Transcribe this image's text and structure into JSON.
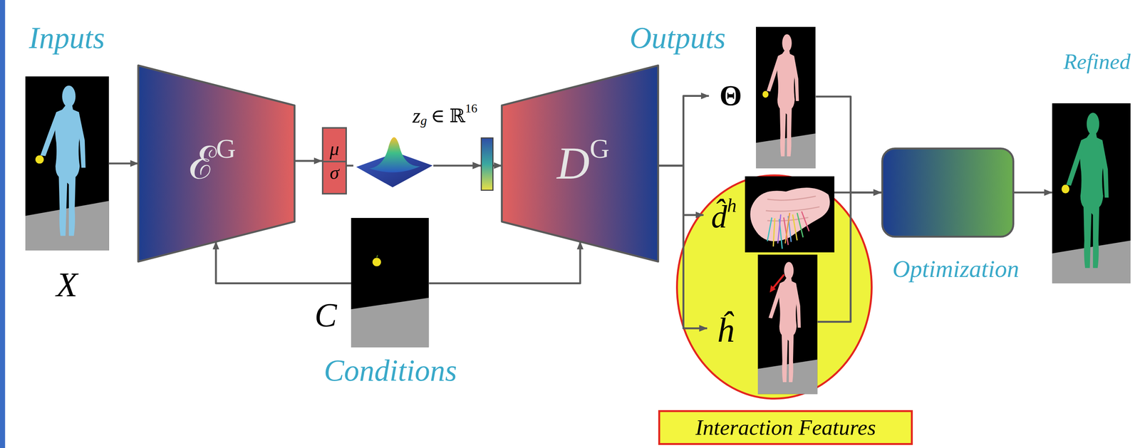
{
  "diagram": {
    "nodes": [
      {
        "text": [
          "X"
        ]
      },
      {
        "text": [
          "ℰ",
          "G"
        ]
      },
      {
        "text": [
          "μ",
          "σ"
        ]
      },
      {
        "text": [
          "D",
          "G"
        ]
      },
      {
        "text": [
          "C",
          "Conditions"
        ]
      },
      {
        "text": [
          "Θ"
        ]
      },
      {
        "text": [
          "Interaction Features"
        ]
      },
      {
        "text": [
          "d̂",
          "h"
        ],
        "in": 6
      },
      {
        "text": [
          "ĥ"
        ],
        "in": 6
      },
      {
        "text": [
          "Optimization"
        ]
      },
      {
        "text": [
          "Refined"
        ]
      }
    ],
    "edges": [
      {
        "from": 0,
        "to": 1,
        "arrow": "to"
      },
      {
        "from": 1,
        "to": 2,
        "arrow": "to"
      },
      {
        "from": 2,
        "to": 3,
        "arrow": "to"
      },
      {
        "from": 4,
        "to": 1,
        "arrow": "to"
      },
      {
        "from": 4,
        "to": 3,
        "arrow": "to"
      },
      {
        "from": 3,
        "to": 5,
        "arrow": "to"
      },
      {
        "from": 3,
        "to": 7,
        "arrow": "to"
      },
      {
        "from": 3,
        "to": 8,
        "arrow": "to"
      },
      {
        "from": 5,
        "to": 9,
        "arrow": "to"
      },
      {
        "from": 7,
        "to": 9,
        "arrow": "to"
      },
      {
        "from": 8,
        "to": 9,
        "arrow": "to"
      },
      {
        "from": 9,
        "to": 10,
        "arrow": "to"
      }
    ],
    "labels": [
      "Inputs",
      "Outputs",
      "z",
      "g",
      "∈ ℝ",
      "16"
    ]
  }
}
